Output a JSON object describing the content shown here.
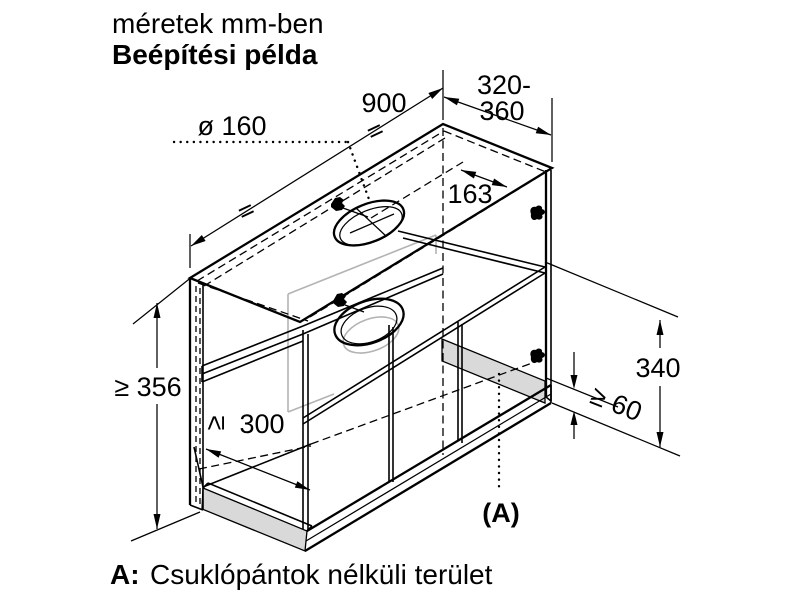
{
  "title": {
    "line1": "méretek mm-ben",
    "line2": "Beépítési példa"
  },
  "footnote": {
    "prefix": "A:",
    "text": "Csuklópántok nélküli terület"
  },
  "dimensions": {
    "hole_diameter": "ø 160",
    "cabinet_width": "900",
    "cabinet_depth_line1": "320-",
    "cabinet_depth_line2": "360",
    "hole_to_front": "163",
    "niche_height_min": "≥ 356",
    "depth_clearance_symbol": "≥",
    "depth_clearance_value": "300",
    "hood_height": "340",
    "hinge_free_height": "≥ 60",
    "area_marker": "(A)",
    "centered_symbol": "="
  },
  "colors": {
    "line": "#000000",
    "gray_fill": "#d9d9d9",
    "gray_line": "#b3b3b3",
    "background": "#ffffff"
  }
}
